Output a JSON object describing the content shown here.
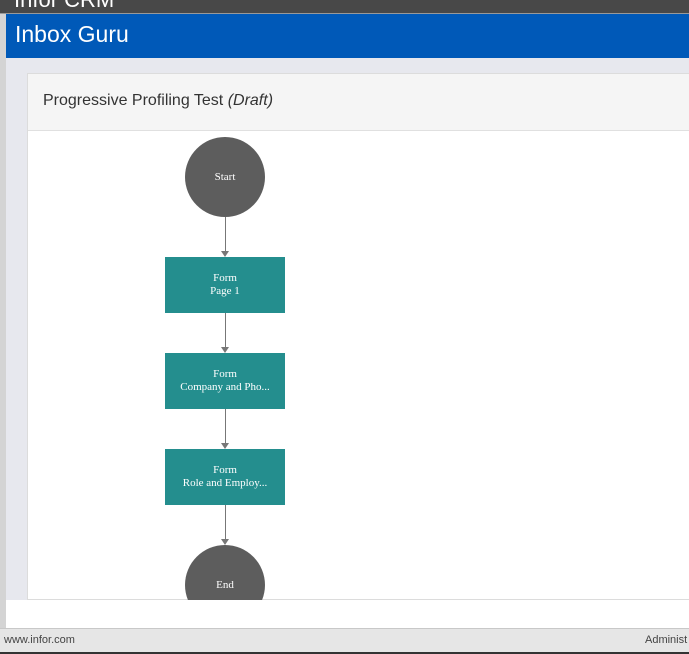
{
  "topbar": {
    "brand": "Infor CRM"
  },
  "appbar": {
    "title": "Inbox Guru"
  },
  "card": {
    "title": "Progressive Profiling Test",
    "status": "(Draft)"
  },
  "flow": {
    "start": "Start",
    "steps": [
      {
        "type": "Form",
        "name": "Page 1"
      },
      {
        "type": "Form",
        "name": "Company and Pho..."
      },
      {
        "type": "Form",
        "name": "Role and Employ..."
      }
    ],
    "end": "End",
    "colors": {
      "terminal": "#5d5d5d",
      "step": "#248e8e",
      "connector": "#777777"
    }
  },
  "footer": {
    "left": "www.infor.com",
    "right": "Administ"
  }
}
